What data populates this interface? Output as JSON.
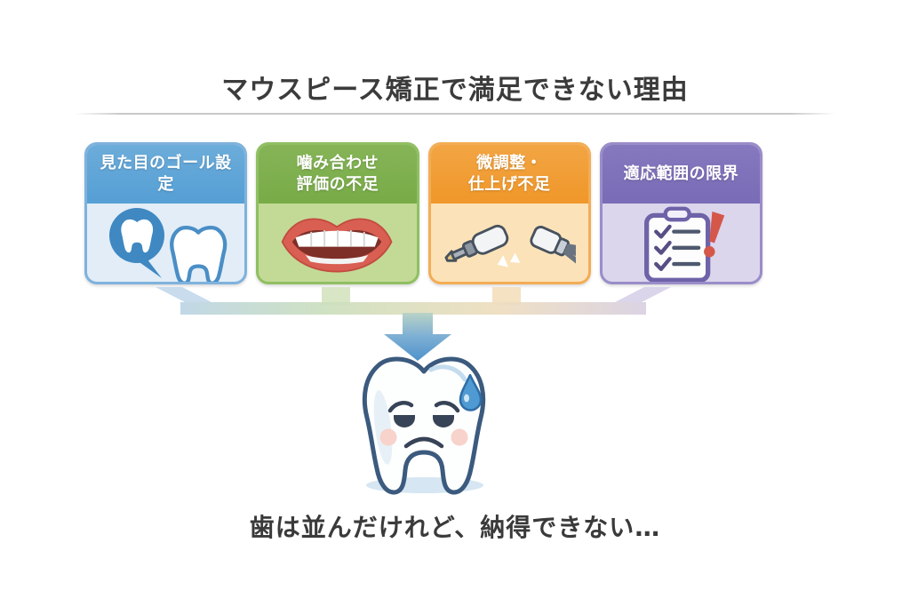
{
  "title": "マウスピース矯正で満足できない理由",
  "cards": [
    {
      "label": "見た目のゴール設定",
      "icon": "tooth-magnifier-icon",
      "header_color": "#57a0d5",
      "body_color": "#e2edf7",
      "border_color": "#7fb2dc"
    },
    {
      "label": "噛み合わせ\n評価の不足",
      "icon": "mouth-teeth-icon",
      "header_color": "#79ac49",
      "body_color": "#c3da97",
      "border_color": "#90bf63"
    },
    {
      "label": "微調整・\n仕上げ不足",
      "icon": "dental-tools-icon",
      "header_color": "#f0982b",
      "body_color": "#fbe2b8",
      "border_color": "#f3ad55"
    },
    {
      "label": "適応範囲の限界",
      "icon": "checklist-warning-icon",
      "header_color": "#7a6cb6",
      "body_color": "#dbd6ec",
      "border_color": "#9a8dc8"
    }
  ],
  "connector": {
    "arrow_color": "#5b9ace"
  },
  "mascot": {
    "name": "sad-tooth-character",
    "details": "worried tooth with sweat drop and blush",
    "sweat_drop_color": "#4f9ad2",
    "outline_color": "#3b5a7e"
  },
  "caption": "歯は並んだけれど、納得できない…"
}
